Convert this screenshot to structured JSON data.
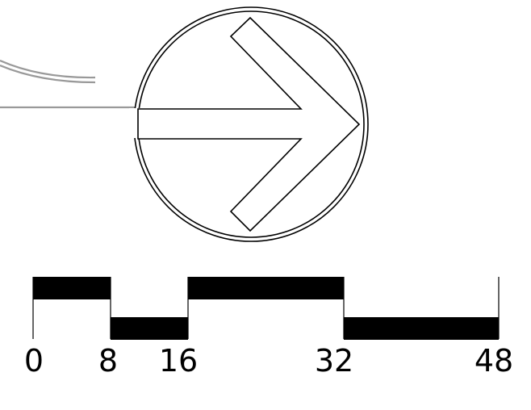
{
  "map": {
    "north_arrow": {
      "icon": "north-arrow-icon",
      "stroke_color": "#000000",
      "road_color": "#999999"
    },
    "scale_bar": {
      "ticks": [
        "0",
        "8",
        "16",
        "32",
        "48"
      ],
      "fill_color": "#000000"
    }
  }
}
